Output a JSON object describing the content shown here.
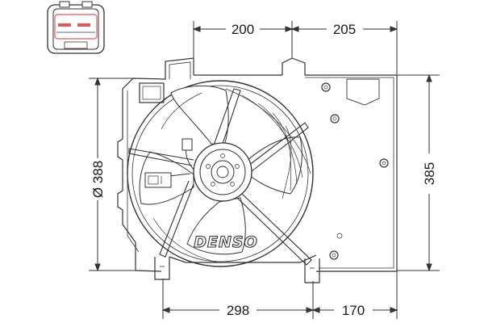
{
  "dimensions": {
    "top_left": "200",
    "top_right": "205",
    "left_diameter": "Ø 388",
    "right_height": "385",
    "bottom_left": "298",
    "bottom_right": "170"
  },
  "brand": "DENSO",
  "colors": {
    "line": "#333333",
    "connector_accent": "#e05a5a",
    "background": "#ffffff"
  },
  "icons": [
    "connector-plug-icon"
  ]
}
